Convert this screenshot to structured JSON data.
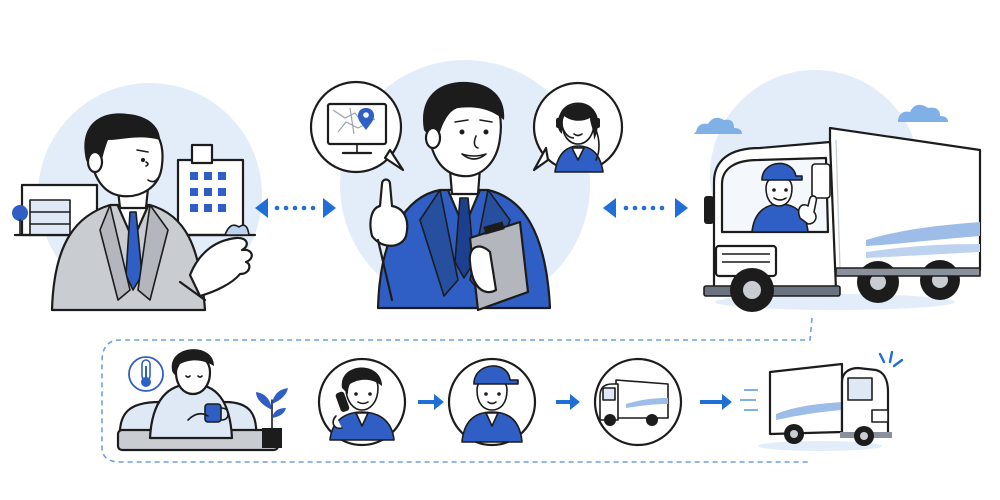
{
  "palette": {
    "blue": "#2f5fc4",
    "blue_dark": "#1d3f8f",
    "blue_light": "#dde9f8",
    "sky": "#7fb0e6",
    "ink": "#1c1c1c",
    "gray_suit": "#c9ccd1",
    "arrow": "#1f6fd6",
    "dash": "#6d9fe0"
  },
  "flow": {
    "top_row": [
      "client-person",
      "dispatcher-person",
      "truck-driver"
    ],
    "top_links": [
      "double-arrow",
      "double-arrow"
    ],
    "bottom_row": [
      "sick-person-at-home",
      "phone-call-person",
      "cap-worker",
      "small-truck",
      "moving-truck"
    ],
    "bottom_links": [
      "arrow-right",
      "arrow-right",
      "arrow-right"
    ]
  },
  "icons": [
    "thermometer-icon",
    "map-pin-icon",
    "headset-icon",
    "monitor-icon",
    "clipboard-icon"
  ]
}
